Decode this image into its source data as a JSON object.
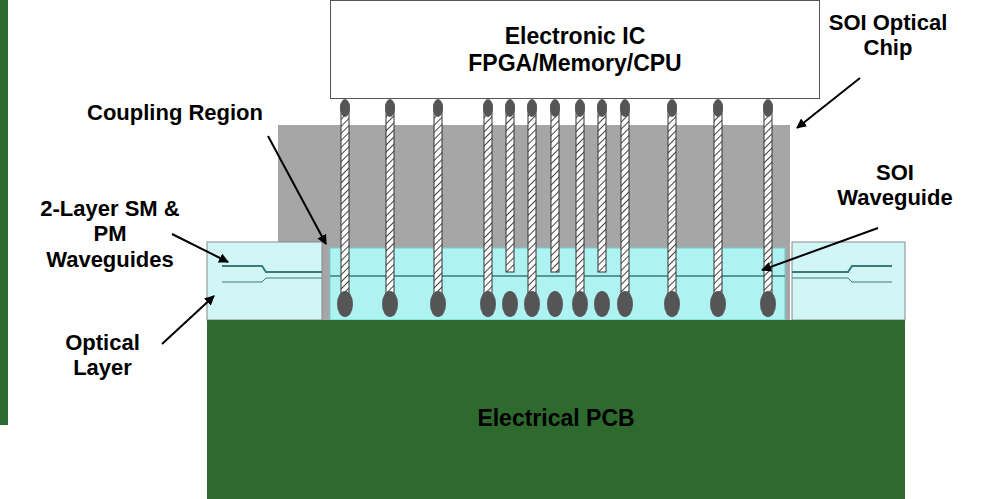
{
  "diagram": {
    "nodes": [
      {
        "text": [
          "Electronic IC FPGA/Memory/CPU"
        ]
      },
      {
        "text": [
          "Electrical PCB"
        ]
      }
    ],
    "labels": [
      "SOI Optical Chip",
      "Coupling Region",
      "SOI Waveguide",
      "2-Layer SM & PM Waveguides",
      "Optical Layer"
    ]
  }
}
